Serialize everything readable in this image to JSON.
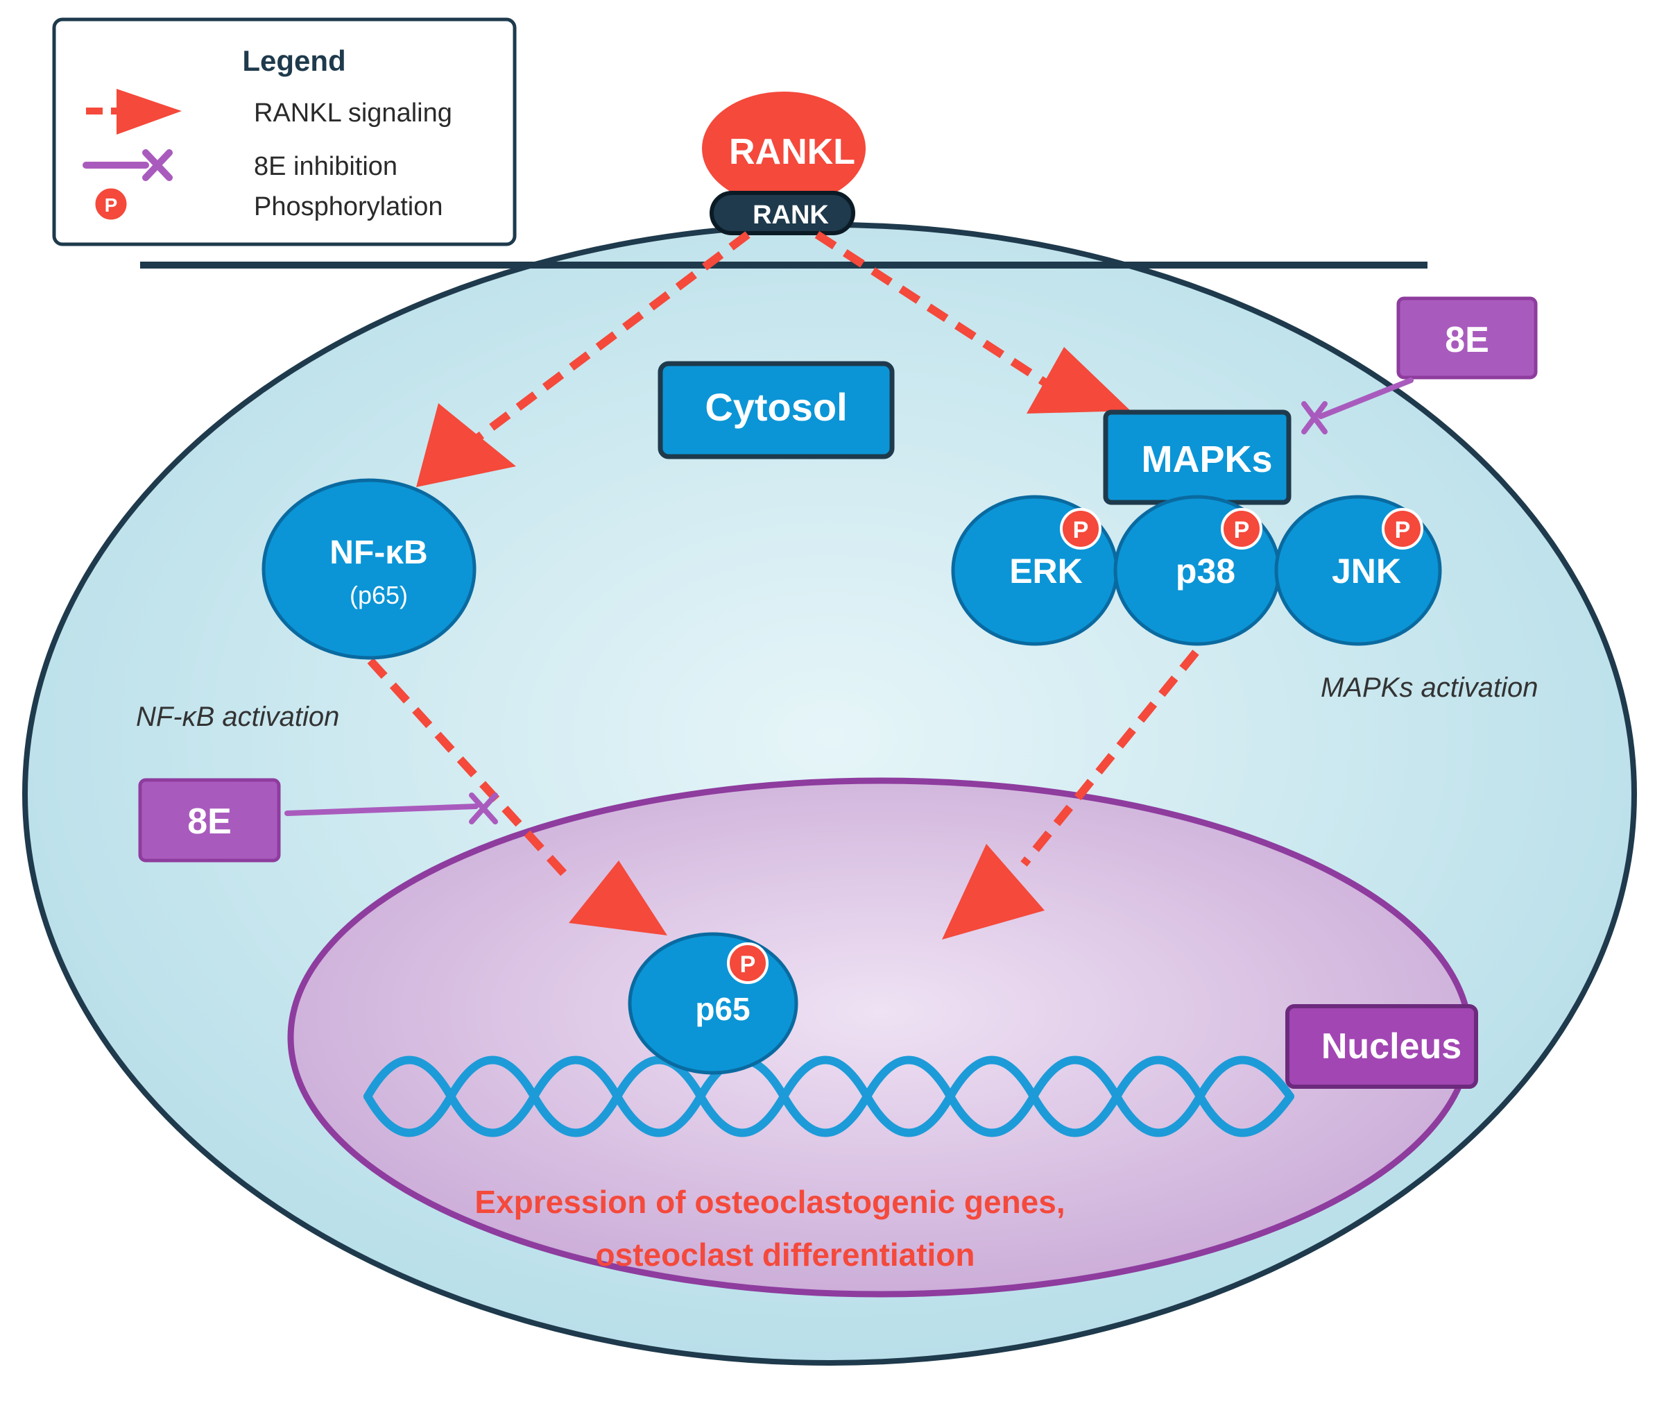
{
  "legend": {
    "title": "Legend",
    "items": [
      {
        "symbol": "dashed-arrow-icon",
        "label": "RANKL signaling"
      },
      {
        "symbol": "inhibition-x-icon",
        "label": "8E inhibition"
      },
      {
        "symbol": "phospho-badge-icon",
        "label": "Phosphorylation"
      }
    ]
  },
  "phospho_symbol": "P",
  "receptor": {
    "ligand": "RANKL",
    "receptor": "RANK"
  },
  "cytosol_label": "Cytosol",
  "nucleus_label": "Nucleus",
  "nfkb": {
    "name": "NF-κB",
    "sub": "(p65)",
    "activation": "NF-κB activation"
  },
  "mapks": {
    "label": "MAPKs",
    "activation": "MAPKs activation",
    "kinases": [
      "ERK",
      "p38",
      "JNK"
    ]
  },
  "inhibitor": {
    "mapk_label": "8E",
    "nfkb_label": "8E"
  },
  "nuclear_p65": "p65",
  "outcome": {
    "line1": "Expression of osteoclastogenic genes,",
    "line2": "osteoclast differentiation"
  },
  "colors": {
    "signal_red": "#f4493b",
    "inhibit_purple": "#a95bbd",
    "protein_blue": "#0b95d6",
    "dark_navy": "#1e3a4c",
    "cytosol_fill": "#c2e5ed",
    "nucleus_border": "#8e3c9e",
    "nucleus_fill": "#d6bfe3",
    "dna_blue": "#1c9bd8"
  }
}
